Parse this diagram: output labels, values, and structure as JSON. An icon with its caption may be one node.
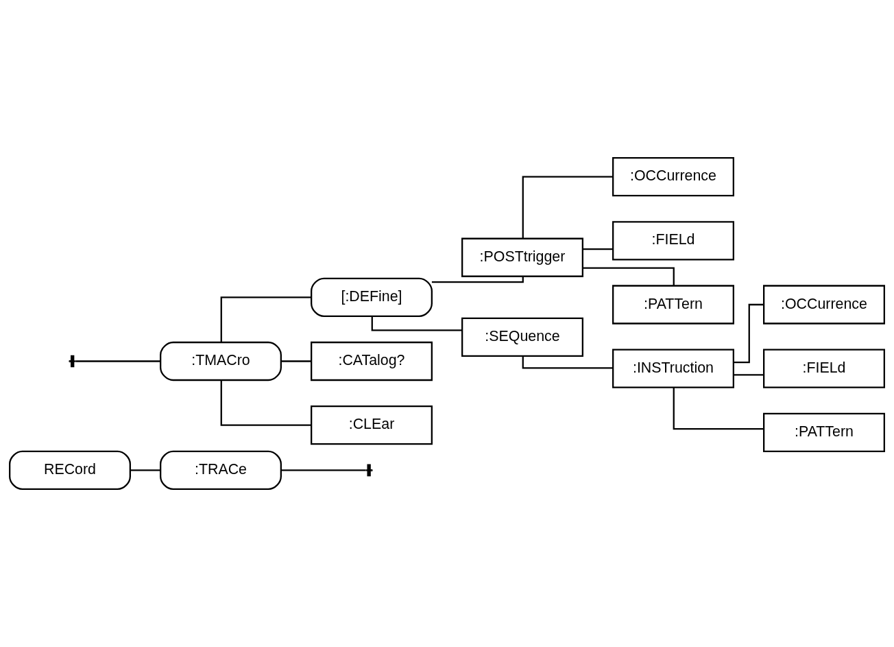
{
  "diagram": {
    "nodes": [
      {
        "text": [
          "RECord"
        ]
      },
      {
        "text": [
          ":TRACe"
        ]
      },
      {
        "text": [
          ":TMACro"
        ]
      },
      {
        "text": [
          "[:DEFine]"
        ]
      },
      {
        "text": [
          ":POSTtrigger"
        ]
      },
      {
        "text": [
          ":OCCurrence"
        ]
      },
      {
        "text": [
          ":FIELd"
        ]
      },
      {
        "text": [
          ":PATTern"
        ]
      },
      {
        "text": [
          ":SEQuence"
        ]
      },
      {
        "text": [
          ":INSTruction"
        ]
      },
      {
        "text": [
          ":OCCurrence"
        ]
      },
      {
        "text": [
          ":FIELd"
        ]
      },
      {
        "text": [
          ":PATTern"
        ]
      },
      {
        "text": [
          ":CATalog?"
        ]
      },
      {
        "text": [
          ":CLEar"
        ]
      }
    ],
    "edges": [
      {
        "from": 0,
        "to": 1,
        "arrow": "none"
      },
      {
        "from": 1,
        "to": null,
        "arrow": "other"
      },
      {
        "from": null,
        "to": 2,
        "arrow": "other"
      },
      {
        "from": 2,
        "to": 3,
        "arrow": "none"
      },
      {
        "from": 3,
        "to": 4,
        "arrow": "none"
      },
      {
        "from": 3,
        "to": 8,
        "arrow": "none"
      },
      {
        "from": 4,
        "to": 5,
        "arrow": "none"
      },
      {
        "from": 4,
        "to": 6,
        "arrow": "none"
      },
      {
        "from": 4,
        "to": 7,
        "arrow": "none"
      },
      {
        "from": 8,
        "to": 9,
        "arrow": "none"
      },
      {
        "from": 9,
        "to": 10,
        "arrow": "none"
      },
      {
        "from": 9,
        "to": 11,
        "arrow": "none"
      },
      {
        "from": 9,
        "to": 12,
        "arrow": "none"
      },
      {
        "from": 2,
        "to": 13,
        "arrow": "none"
      },
      {
        "from": 2,
        "to": 14,
        "arrow": "none"
      }
    ]
  }
}
